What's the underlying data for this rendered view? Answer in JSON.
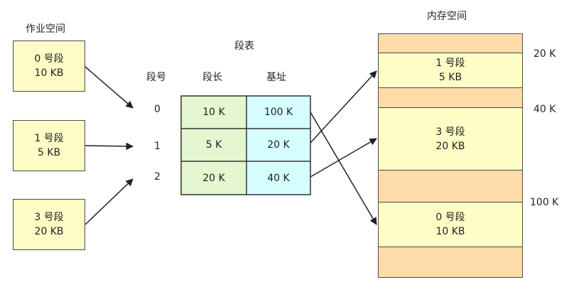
{
  "job_space": {
    "title": "作业空间",
    "segments": [
      {
        "name": "0 号段",
        "size": "10 KB"
      },
      {
        "name": "1 号段",
        "size": "5 KB"
      },
      {
        "name": "3 号段",
        "size": "20 KB"
      }
    ]
  },
  "segment_table": {
    "title": "段表",
    "headers": {
      "seg_no": "段号",
      "length": "段长",
      "base": "基址"
    },
    "rows": [
      {
        "seg_no": "0",
        "length": "10 K",
        "base": "100 K"
      },
      {
        "seg_no": "1",
        "length": "5 K",
        "base": "20 K"
      },
      {
        "seg_no": "2",
        "length": "20 K",
        "base": "40 K"
      }
    ]
  },
  "memory": {
    "title": "内存空间",
    "blocks": [
      {
        "type": "free",
        "name": "",
        "size": ""
      },
      {
        "type": "used",
        "name": "1 号段",
        "size": "5 KB"
      },
      {
        "type": "free",
        "name": "",
        "size": ""
      },
      {
        "type": "used",
        "name": "3 号段",
        "size": "20 KB"
      },
      {
        "type": "free",
        "name": "",
        "size": ""
      },
      {
        "type": "used",
        "name": "0 号段",
        "size": "10 KB"
      },
      {
        "type": "free",
        "name": "",
        "size": ""
      }
    ],
    "address_labels": [
      "20 K",
      "40 K",
      "100 K"
    ]
  },
  "colors": {
    "segment_fill": "#fffdc6",
    "length_fill": "#e4f7d0",
    "base_fill": "#d6feff",
    "free_fill": "#fddcaa",
    "stroke": "#4a4a4a"
  }
}
